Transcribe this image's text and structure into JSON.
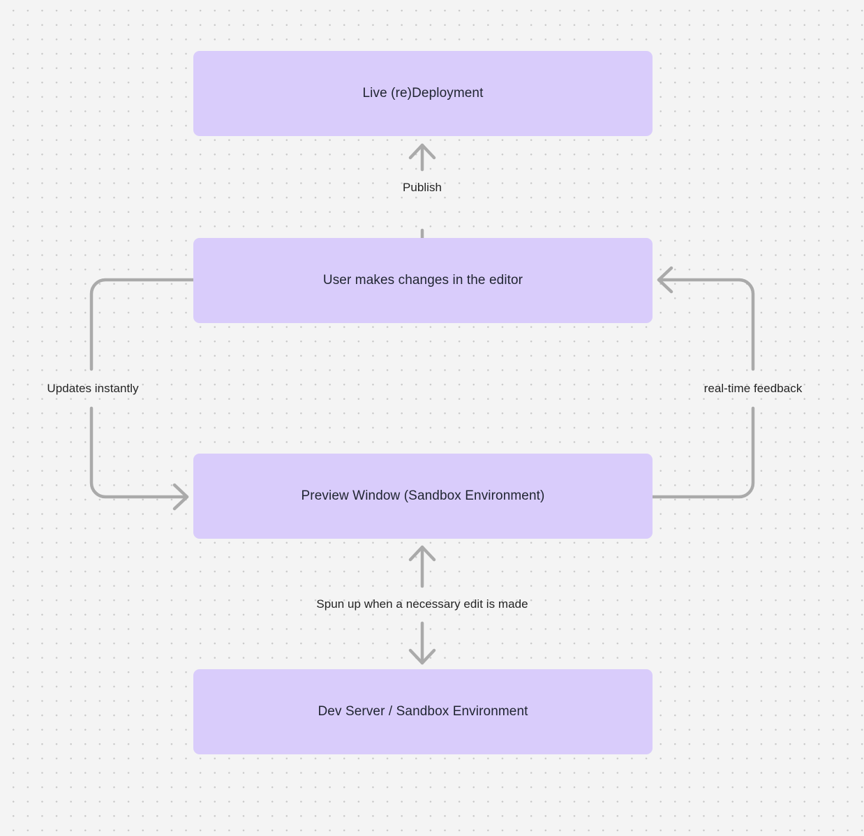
{
  "diagram": {
    "type": "flowchart",
    "background_color": "#f4f4f4",
    "node_color": "#d9ccfb",
    "edge_color": "#aaaaaa",
    "text_color": "#1f2430",
    "nodes": [
      {
        "id": "live-deployment",
        "label": "Live (re)Deployment"
      },
      {
        "id": "user-changes",
        "label": "User makes changes in the editor"
      },
      {
        "id": "preview-window",
        "label": "Preview Window (Sandbox Environment)"
      },
      {
        "id": "dev-server",
        "label": "Dev Server / Sandbox Environment"
      }
    ],
    "edges": [
      {
        "id": "publish",
        "label": "Publish",
        "from": "user-changes",
        "to": "live-deployment",
        "direction": "up"
      },
      {
        "id": "updates-instantly",
        "label": "Updates instantly",
        "from": "user-changes",
        "to": "preview-window",
        "direction": "loop-left"
      },
      {
        "id": "real-time-feedback",
        "label": "real-time feedback",
        "from": "preview-window",
        "to": "user-changes",
        "direction": "loop-right"
      },
      {
        "id": "spun-up",
        "label": "Spun up when a necessary edit is made",
        "from": "dev-server",
        "to": "preview-window",
        "direction": "bidirectional"
      }
    ]
  }
}
